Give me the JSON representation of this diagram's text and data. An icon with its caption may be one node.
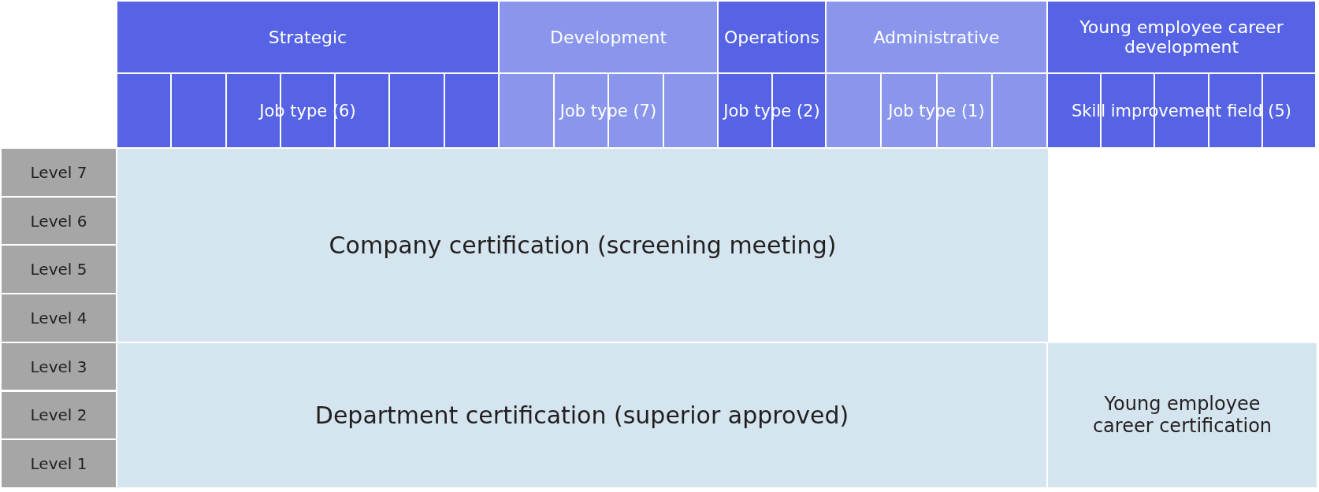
{
  "diagram": {
    "nodes": [
      {
        "text": [
          "Strategic"
        ]
      },
      {
        "text": [
          "Development"
        ]
      },
      {
        "text": [
          "Operations"
        ]
      },
      {
        "text": [
          "Administrative"
        ]
      },
      {
        "text": [
          "Young employee career development"
        ]
      },
      {
        "text": [
          "Job type (6)"
        ]
      },
      {
        "text": [
          "Job type (7)"
        ]
      },
      {
        "text": [
          "Job type (2)"
        ]
      },
      {
        "text": [
          "Job type (1)"
        ]
      },
      {
        "text": [
          "Skill improvement field (5)"
        ]
      },
      {
        "text": [
          "Level 7"
        ]
      },
      {
        "text": [
          "Level 6"
        ]
      },
      {
        "text": [
          "Level 5"
        ]
      },
      {
        "text": [
          "Level 4"
        ]
      },
      {
        "text": [
          "Level 3"
        ]
      },
      {
        "text": [
          "Level 2"
        ]
      },
      {
        "text": [
          "Level 1"
        ]
      },
      {
        "text": [
          "Company certification (screening meeting)"
        ]
      },
      {
        "text": [
          "Department certification (superior approved)"
        ]
      },
      {
        "text": [
          "Young employee career certification"
        ]
      }
    ],
    "edges": []
  }
}
